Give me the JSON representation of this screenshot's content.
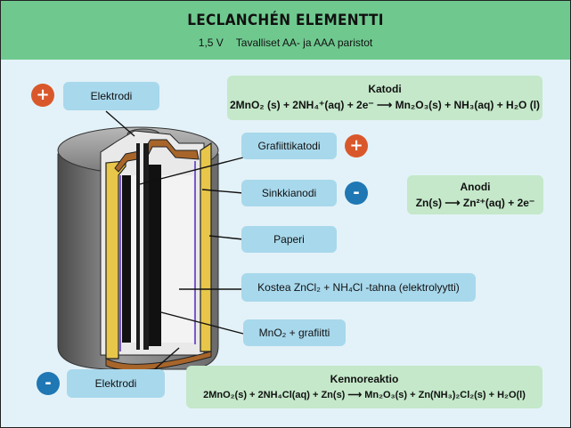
{
  "header": {
    "title": "LECLANCHÉN ELEMENTTI",
    "voltage": "1,5 V",
    "usage": "Tavalliset AA- ja AAA paristot"
  },
  "labels": {
    "electrode_top": "Elektrodi",
    "graphite_cathode": "Grafiittikatodi",
    "zinc_anode": "Sinkkianodi",
    "paper": "Paperi",
    "paste": "Kostea ZnCl₂ + NH₄Cl -tahna (elektrolyytti)",
    "mno2": "MnO₂ + grafiitti",
    "electrode_bottom": "Elektrodi"
  },
  "signs": {
    "plus": "+",
    "minus": "-"
  },
  "reactions": {
    "cathode": {
      "title": "Katodi",
      "equation": "2MnO₂ (s) + 2NH₄⁺(aq) + 2e⁻ ⟶ Mn₂O₃(s) + NH₃(aq) + H₂O (l)"
    },
    "anode": {
      "title": "Anodi",
      "equation": "Zn(s) ⟶ Zn²⁺(aq) + 2e⁻"
    },
    "cell": {
      "title": "Kennoreaktio",
      "equation": "2MnO₂(s) + 2NH₄Cl(aq) + Zn(s) ⟶ Mn₂O₃(s) + Zn(NH₃)₂Cl₂(s) + H₂O(l)"
    }
  },
  "colors": {
    "header_bg": "#6fc98f",
    "page_bg": "#e3f2f8",
    "label_bg": "#a8d8ec",
    "equation_bg": "#c4e8c9",
    "plus": "#d9582b",
    "minus": "#1f77b4",
    "zinc_can": "#e8c64a",
    "casing": "#7a7a7a"
  }
}
